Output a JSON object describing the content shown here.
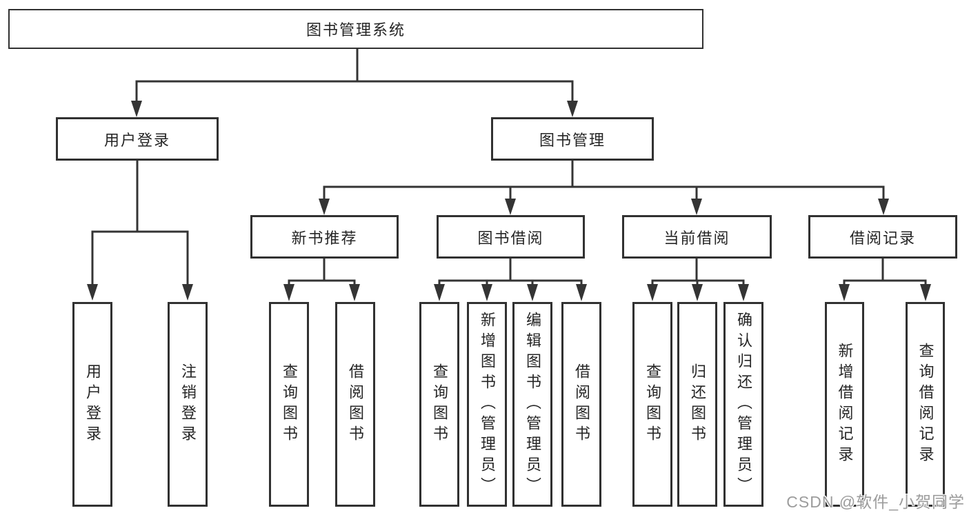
{
  "page": {
    "background": "#ffffff",
    "line_color": "#343434",
    "text_color": "#252525",
    "watermark_color": "#9c9c9c"
  },
  "tree": {
    "label": "图书管理系统",
    "children": [
      {
        "label": "用户登录",
        "children": [
          {
            "label": "用户登录"
          },
          {
            "label": "注销登录"
          }
        ]
      },
      {
        "label": "图书管理",
        "children": [
          {
            "label": "新书推荐",
            "children": [
              {
                "label": "查询图书"
              },
              {
                "label": "借阅图书"
              }
            ]
          },
          {
            "label": "图书借阅",
            "children": [
              {
                "label": "查询图书"
              },
              {
                "label": "新增图书（管理员）"
              },
              {
                "label": "编辑图书（管理员）"
              },
              {
                "label": "借阅图书"
              }
            ]
          },
          {
            "label": "当前借阅",
            "children": [
              {
                "label": "查询图书"
              },
              {
                "label": "归还图书"
              },
              {
                "label": "确认归还（管理员）"
              }
            ]
          },
          {
            "label": "借阅记录",
            "children": [
              {
                "label": "新增借阅记录"
              },
              {
                "label": "查询借阅记录"
              }
            ]
          }
        ]
      }
    ]
  },
  "watermark": {
    "text": "CSDN @软件_小贺同学"
  }
}
